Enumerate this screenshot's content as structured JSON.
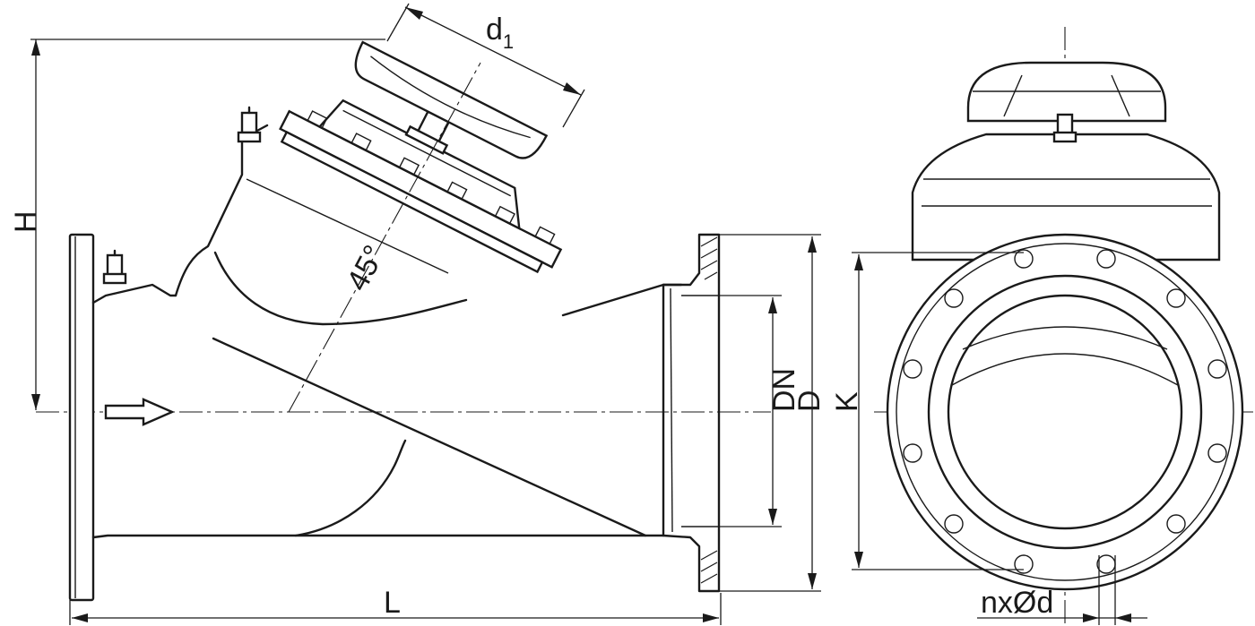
{
  "labels": {
    "h": "H",
    "l": "L",
    "d1_main": "d",
    "d1_sub": "1",
    "dn": "DN",
    "d": "D",
    "k": "K",
    "nxd": "nxØd",
    "angle": "45°"
  },
  "colors": {
    "line": "#1a1a1a",
    "background": "#ffffff"
  },
  "icons": {
    "flow_direction": "arrow-right-icon",
    "test_point": "test-nipple-icon"
  }
}
